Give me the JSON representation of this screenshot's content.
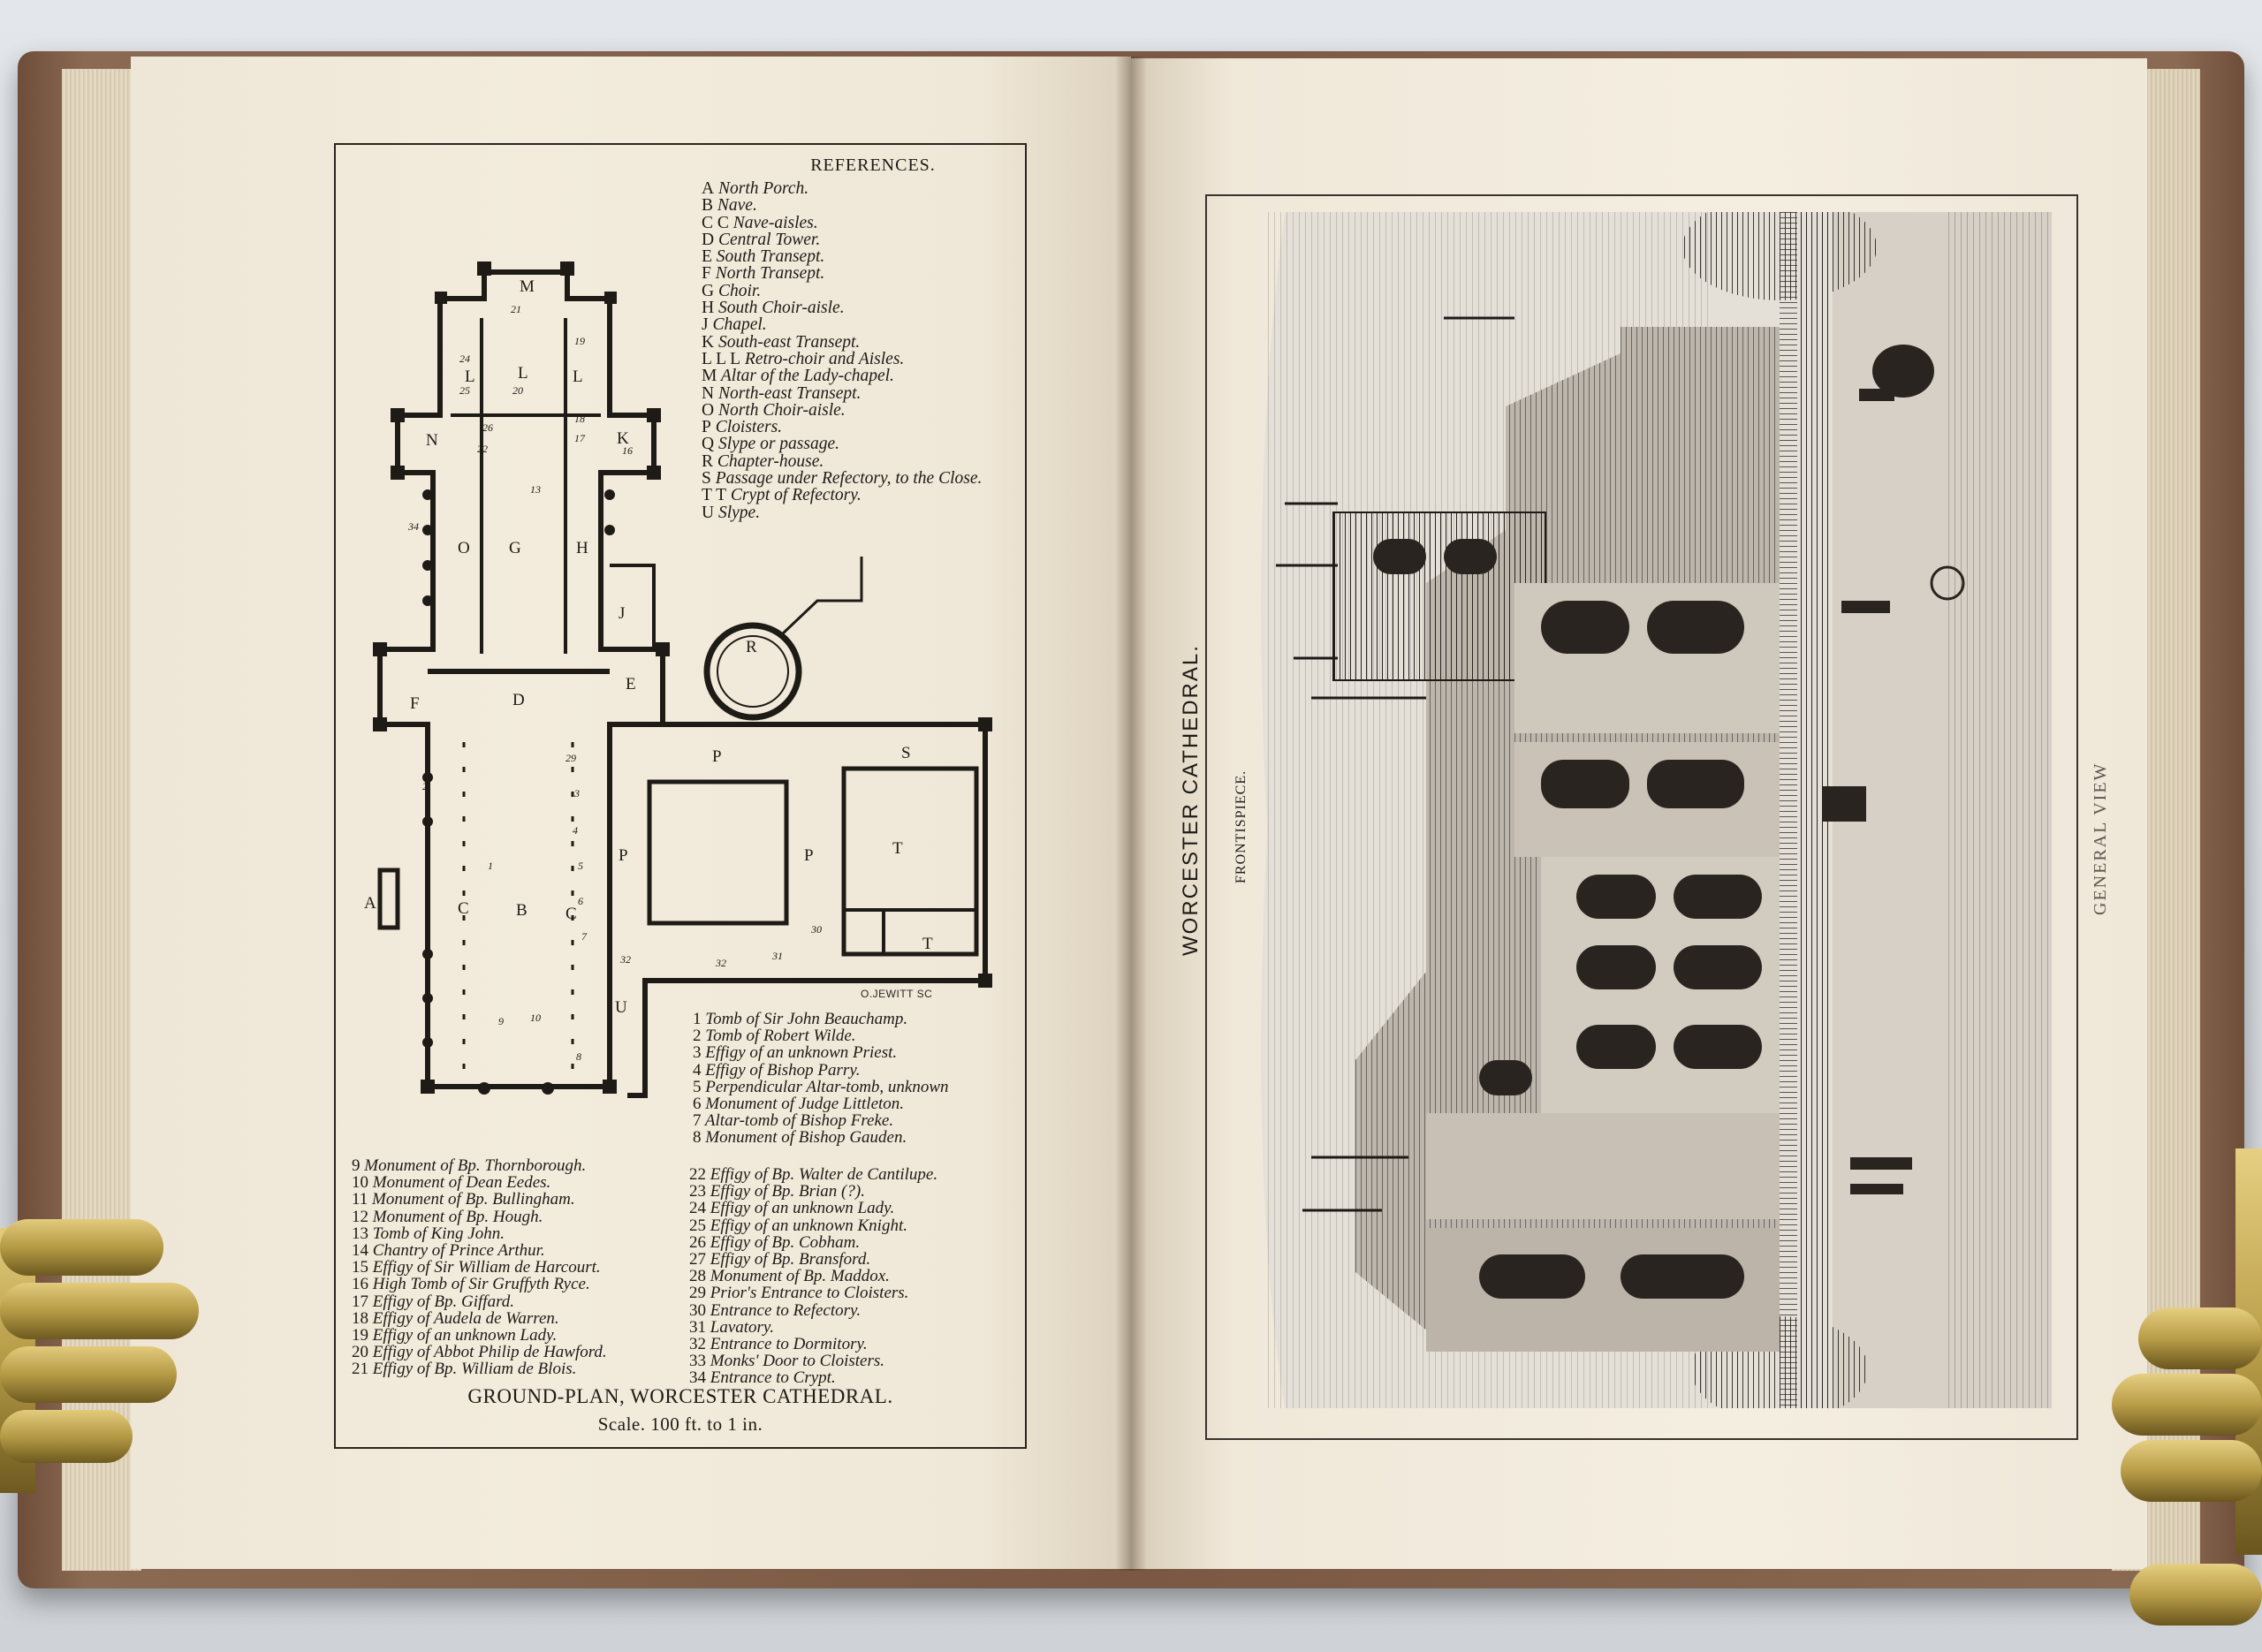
{
  "references": {
    "heading": "REFERENCES.",
    "items": [
      {
        "key": "A",
        "label": "North Porch."
      },
      {
        "key": "B",
        "label": "Nave."
      },
      {
        "key": "C C",
        "label": "Nave-aisles."
      },
      {
        "key": "D",
        "label": "Central Tower."
      },
      {
        "key": "E",
        "label": "South Transept."
      },
      {
        "key": "F",
        "label": "North Transept."
      },
      {
        "key": "G",
        "label": "Choir."
      },
      {
        "key": "H",
        "label": "South Choir-aisle."
      },
      {
        "key": "J",
        "label": "Chapel."
      },
      {
        "key": "K",
        "label": "South-east Transept."
      },
      {
        "key": "L L L",
        "label": "Retro-choir and Aisles."
      },
      {
        "key": "M",
        "label": "Altar of the Lady-chapel."
      },
      {
        "key": "N",
        "label": "North-east Transept."
      },
      {
        "key": "O",
        "label": "North Choir-aisle."
      },
      {
        "key": "P",
        "label": "Cloisters."
      },
      {
        "key": "Q",
        "label": "Slype or passage."
      },
      {
        "key": "R",
        "label": "Chapter-house."
      },
      {
        "key": "S",
        "label": "Passage under Refectory, to the Close."
      },
      {
        "key": "T T",
        "label": "Crypt of Refectory."
      },
      {
        "key": "U",
        "label": "Slype."
      }
    ]
  },
  "numbered_a": [
    {
      "num": "1",
      "label": "Tomb of Sir John Beauchamp."
    },
    {
      "num": "2",
      "label": "Tomb of Robert Wilde."
    },
    {
      "num": "3",
      "label": "Effigy of an unknown Priest."
    },
    {
      "num": "4",
      "label": "Effigy of Bishop Parry."
    },
    {
      "num": "5",
      "label": "Perpendicular Altar-tomb, unknown"
    },
    {
      "num": "6",
      "label": "Monument of Judge Littleton."
    },
    {
      "num": "7",
      "label": "Altar-tomb of Bishop Freke."
    },
    {
      "num": "8",
      "label": "Monument of Bishop Gauden."
    }
  ],
  "numbered_b": [
    {
      "num": "9",
      "label": "Monument of Bp. Thornborough."
    },
    {
      "num": "10",
      "label": "Monument of Dean Eedes."
    },
    {
      "num": "11",
      "label": "Monument of Bp. Bullingham."
    },
    {
      "num": "12",
      "label": "Monument of Bp. Hough."
    },
    {
      "num": "13",
      "label": "Tomb of King John."
    },
    {
      "num": "14",
      "label": "Chantry of Prince Arthur."
    },
    {
      "num": "15",
      "label": "Effigy of Sir William de Harcourt."
    },
    {
      "num": "16",
      "label": "High Tomb of Sir Gruffyth Ryce."
    },
    {
      "num": "17",
      "label": "Effigy of Bp. Giffard."
    },
    {
      "num": "18",
      "label": "Effigy of Audela de Warren."
    },
    {
      "num": "19",
      "label": "Effigy of an unknown Lady."
    },
    {
      "num": "20",
      "label": "Effigy of Abbot Philip de Hawford."
    },
    {
      "num": "21",
      "label": "Effigy of Bp. William de Blois."
    }
  ],
  "numbered_c": [
    {
      "num": "22",
      "label": "Effigy of Bp. Walter de Cantilupe."
    },
    {
      "num": "23",
      "label": "Effigy of Bp. Brian (?)."
    },
    {
      "num": "24",
      "label": "Effigy of an unknown Lady."
    },
    {
      "num": "25",
      "label": "Effigy of an unknown Knight."
    },
    {
      "num": "26",
      "label": "Effigy of Bp. Cobham."
    },
    {
      "num": "27",
      "label": "Effigy of Bp. Bransford."
    },
    {
      "num": "28",
      "label": "Monument of Bp. Maddox."
    },
    {
      "num": "29",
      "label": "Prior's Entrance to Cloisters."
    },
    {
      "num": "30",
      "label": "Entrance to Refectory."
    },
    {
      "num": "31",
      "label": "Lavatory."
    },
    {
      "num": "32",
      "label": "Entrance to Dormitory."
    },
    {
      "num": "33",
      "label": "Monks' Door to Cloisters."
    },
    {
      "num": "34",
      "label": "Entrance to Crypt."
    }
  ],
  "plan": {
    "caption": "GROUND-PLAN, WORCESTER CATHEDRAL.",
    "scale": "Scale. 100 ft. to 1 in.",
    "engraver": "O.JEWITT SC",
    "letters": {
      "M": "M",
      "L1": "L",
      "L2": "L",
      "L3": "L",
      "N": "N",
      "K": "K",
      "O": "O",
      "G": "G",
      "H": "H",
      "J": "J",
      "R": "R",
      "F": "F",
      "D": "D",
      "E": "E",
      "P1": "P",
      "P2": "P",
      "P3": "P",
      "S": "S",
      "T1": "T",
      "T2": "T",
      "A": "A",
      "C1": "C",
      "B": "B",
      "C2": "C",
      "U": "U"
    },
    "numbers": {
      "n21": "21",
      "n19": "19",
      "n24": "24",
      "n25": "25",
      "n20": "20",
      "n18": "18",
      "n17": "17",
      "n16": "16",
      "n26": "26",
      "n22": "22",
      "n13": "13",
      "n34": "34",
      "n29": "29",
      "n3": "3",
      "n4": "4",
      "n5": "5",
      "n1": "1",
      "n6": "6",
      "n7": "7",
      "n9": "9",
      "n10": "10",
      "n8": "8",
      "n30": "30",
      "n31": "31",
      "n32a": "32",
      "n32b": "32",
      "n2": "2"
    }
  },
  "plate": {
    "title": "WORCESTER CATHEDRAL.",
    "frontispiece": "FRONTISPIECE.",
    "subtitle": "GENERAL VIEW"
  },
  "colors": {
    "ink": "#1e1a16",
    "paper": "#f3ecdd",
    "cover": "#7a5844",
    "brass": "#b59a45"
  }
}
